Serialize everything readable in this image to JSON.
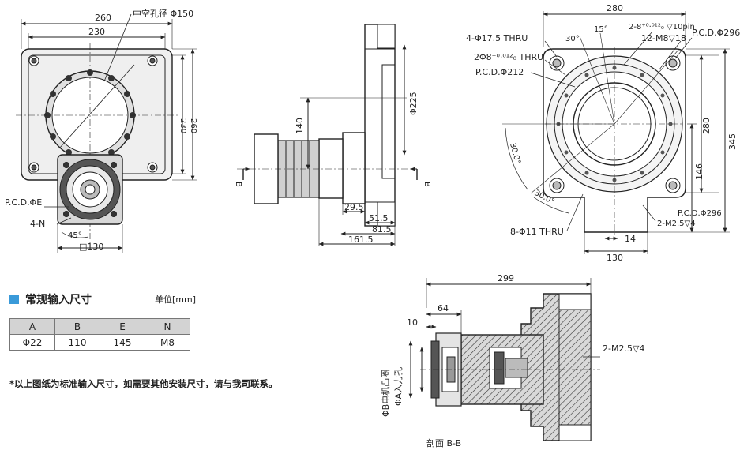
{
  "top_left_view": {
    "dim_260": "260",
    "dim_230": "230",
    "hollow_label": "中空孔径 Φ150",
    "dim_side_left": "230",
    "dim_side_right": "260",
    "pcd_label": "P.C.D.ΦE",
    "n_label": "4-N",
    "angle_45": "45°",
    "sq_130": "□130"
  },
  "side_view": {
    "dim_140": "140",
    "dim_225": "Φ225",
    "dim_29_5": "29.5",
    "dim_51_5": "51.5",
    "dim_81_5": "81.5",
    "dim_161_5": "161.5",
    "b_left": "B",
    "b_right": "B"
  },
  "right_view": {
    "dim_280_top": "280",
    "thru_17_5": "4-Φ17.5 THRU",
    "angle_30_top": "30°",
    "angle_15": "15°",
    "pin_label": "2-8⁺⁰·⁰¹²₀ ▽10pin",
    "m8_label": "12-M8▽18",
    "pcd_296_top": "P.C.D.Φ296",
    "phi8_thru": "2Φ8⁺⁰·⁰¹²₀ THRU",
    "pcd_212": "P.C.D.Φ212",
    "dim_280_side": "280",
    "dim_345": "345",
    "dim_146": "146",
    "angle_30_a": "30.0°",
    "angle_30_b": "30.0°",
    "pcd_296_bottom": "P.C.D.Φ296",
    "m2_5_label": "2-M2.5▽4",
    "thru_11": "8-Φ11 THRU",
    "dim_14": "14",
    "dim_130": "130"
  },
  "section_view": {
    "dim_299": "299",
    "dim_64": "64",
    "dim_10": "10",
    "m2_5_label": "2-M2.5▽4",
    "vertical_label_1": "ΦB电机凸圈",
    "vertical_label_2": "ΦA入力孔",
    "caption": "剖面 B-B"
  },
  "table_section": {
    "title": "常规输入尺寸",
    "unit": "单位[mm]",
    "headers": [
      "A",
      "B",
      "E",
      "N"
    ],
    "row": [
      "Φ22",
      "110",
      "145",
      "M8"
    ]
  },
  "note": "*以上图纸为标准输入尺寸，如需要其他安装尺寸，请与我司联系。",
  "colors": {
    "accent": "#3a9ad9",
    "line": "#222222",
    "fill_gray": "#bfbfbf",
    "fill_dark": "#555555"
  }
}
